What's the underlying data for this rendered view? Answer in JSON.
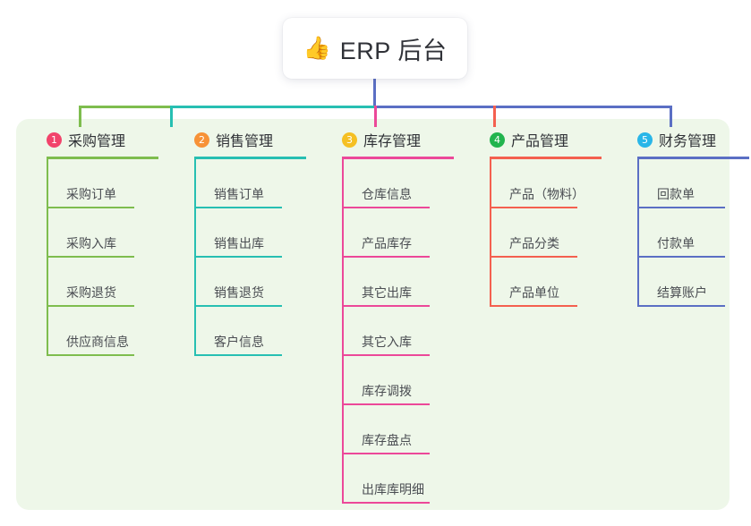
{
  "diagram": {
    "title": {
      "icon": "thumbs-up-icon",
      "glyph": "👍",
      "text": "ERP 后台"
    },
    "columns": [
      {
        "number": "1",
        "label": "采购管理",
        "badge_color": "#f2436b",
        "line_color": "#7ebd4e",
        "items": [
          "采购订单",
          "采购入库",
          "采购退货",
          "供应商信息"
        ]
      },
      {
        "number": "2",
        "label": "销售管理",
        "badge_color": "#f79237",
        "line_color": "#27bfb2",
        "items": [
          "销售订单",
          "销售出库",
          "销售退货",
          "客户信息"
        ]
      },
      {
        "number": "3",
        "label": "库存管理",
        "badge_color": "#f5c023",
        "line_color": "#ec4899",
        "items": [
          "仓库信息",
          "产品库存",
          "其它出库",
          "其它入库",
          "库存调拨",
          "库存盘点",
          "出库库明细"
        ]
      },
      {
        "number": "4",
        "label": "产品管理",
        "badge_color": "#22b44e",
        "line_color": "#f4604f",
        "items": [
          "产品（物料）",
          "产品分类",
          "产品单位"
        ]
      },
      {
        "number": "5",
        "label": "财务管理",
        "badge_color": "#29b6e8",
        "line_color": "#5b6fc4",
        "items": [
          "回款单",
          "付款单",
          "结算账户"
        ]
      }
    ],
    "connector_colors": {
      "stem": "#5b6fc4",
      "segment_1": "#7ebd4e",
      "segment_2": "#27bfb2",
      "segment_3": "#5b6fc4"
    },
    "panel_background": "#eef7e9"
  }
}
